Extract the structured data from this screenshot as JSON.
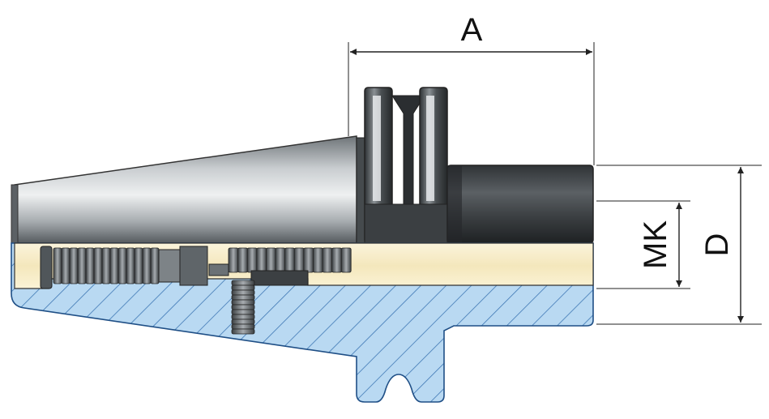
{
  "labels": {
    "a": "A",
    "mk": "MK",
    "d": "D"
  },
  "colors": {
    "hatch_fill": "#b9d9f2",
    "hatch_line": "#3f78b5",
    "bore_fill": "#f8efcf",
    "steel_dark": "#3f4346",
    "steel_light": "#cfd3d6",
    "dimension_line": "#222222"
  }
}
